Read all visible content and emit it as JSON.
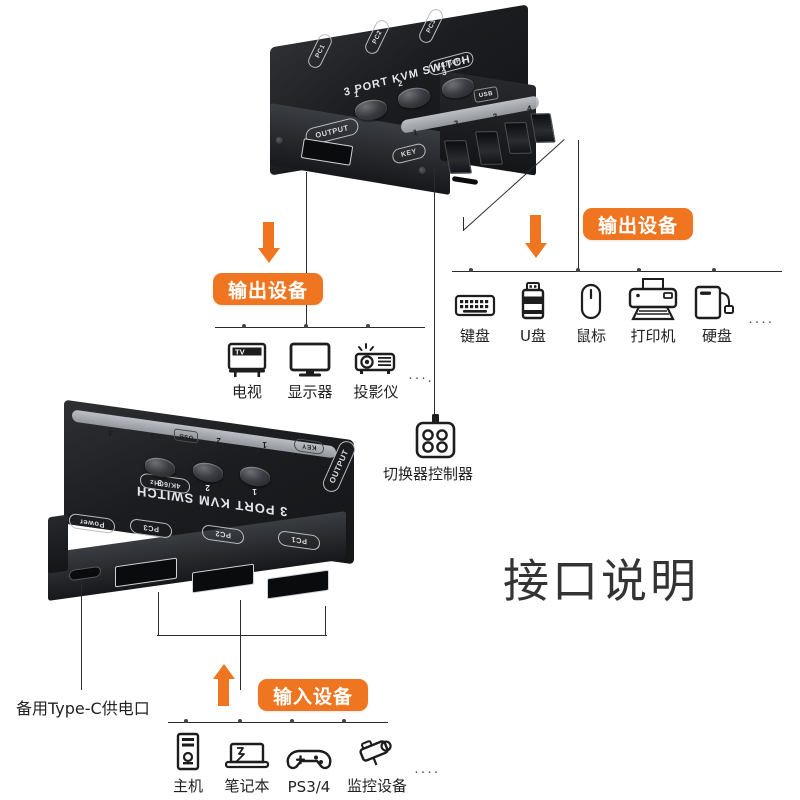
{
  "page": {
    "title": "接口说明",
    "background": "#ffffff",
    "accent_color": "#ef7521",
    "line_color": "#2b2b2b"
  },
  "badges": {
    "output_left": "输出设备",
    "output_right": "输出设备",
    "input_bottom": "输入设备"
  },
  "device_top": {
    "brand_text": "3 PORT KVM SWITCH",
    "resolution_text": "4K/60Hz",
    "output_label": "OUTPUT",
    "key_label": "KEY",
    "usb_label": "USB",
    "pc_labels": [
      "PC1",
      "PC2",
      "PC3"
    ],
    "button_numbers": [
      "1",
      "2",
      "3"
    ],
    "usb_port_numbers": [
      "1",
      "2",
      "3",
      "4"
    ]
  },
  "device_bottom": {
    "brand_text": "3 PORT KVM SWITCH",
    "resolution_text": "4K/60Hz",
    "output_label": "OUTPUT",
    "key_label": "KEY",
    "usb_label": "USB",
    "port_labels": [
      "PC1",
      "PC2",
      "PC3",
      "Power"
    ],
    "button_numbers": [
      "1",
      "2",
      "3"
    ],
    "usb_port_numbers": [
      "1",
      "2",
      "3",
      "4"
    ]
  },
  "output_devices_video": {
    "items": [
      {
        "icon": "tv-icon",
        "label": "电视"
      },
      {
        "icon": "monitor-icon",
        "label": "显示器"
      },
      {
        "icon": "projector-icon",
        "label": "投影仪"
      }
    ],
    "ellipsis": "···."
  },
  "output_devices_usb": {
    "items": [
      {
        "icon": "keyboard-icon",
        "label": "键盘"
      },
      {
        "icon": "usb-drive-icon",
        "label": "U盘"
      },
      {
        "icon": "mouse-icon",
        "label": "鼠标"
      },
      {
        "icon": "printer-icon",
        "label": "打印机"
      },
      {
        "icon": "hard-disk-icon",
        "label": "硬盘"
      }
    ],
    "ellipsis": "····"
  },
  "input_devices": {
    "items": [
      {
        "icon": "desktop-tower-icon",
        "label": "主机"
      },
      {
        "icon": "laptop-icon",
        "label": "笔记本"
      },
      {
        "icon": "gamepad-icon",
        "label": "PS3/4"
      },
      {
        "icon": "cctv-camera-icon",
        "label": "监控设备"
      }
    ],
    "ellipsis": "····"
  },
  "callouts": {
    "controller": "切换器控制器",
    "typec_power": "备用Type-C供电口"
  }
}
